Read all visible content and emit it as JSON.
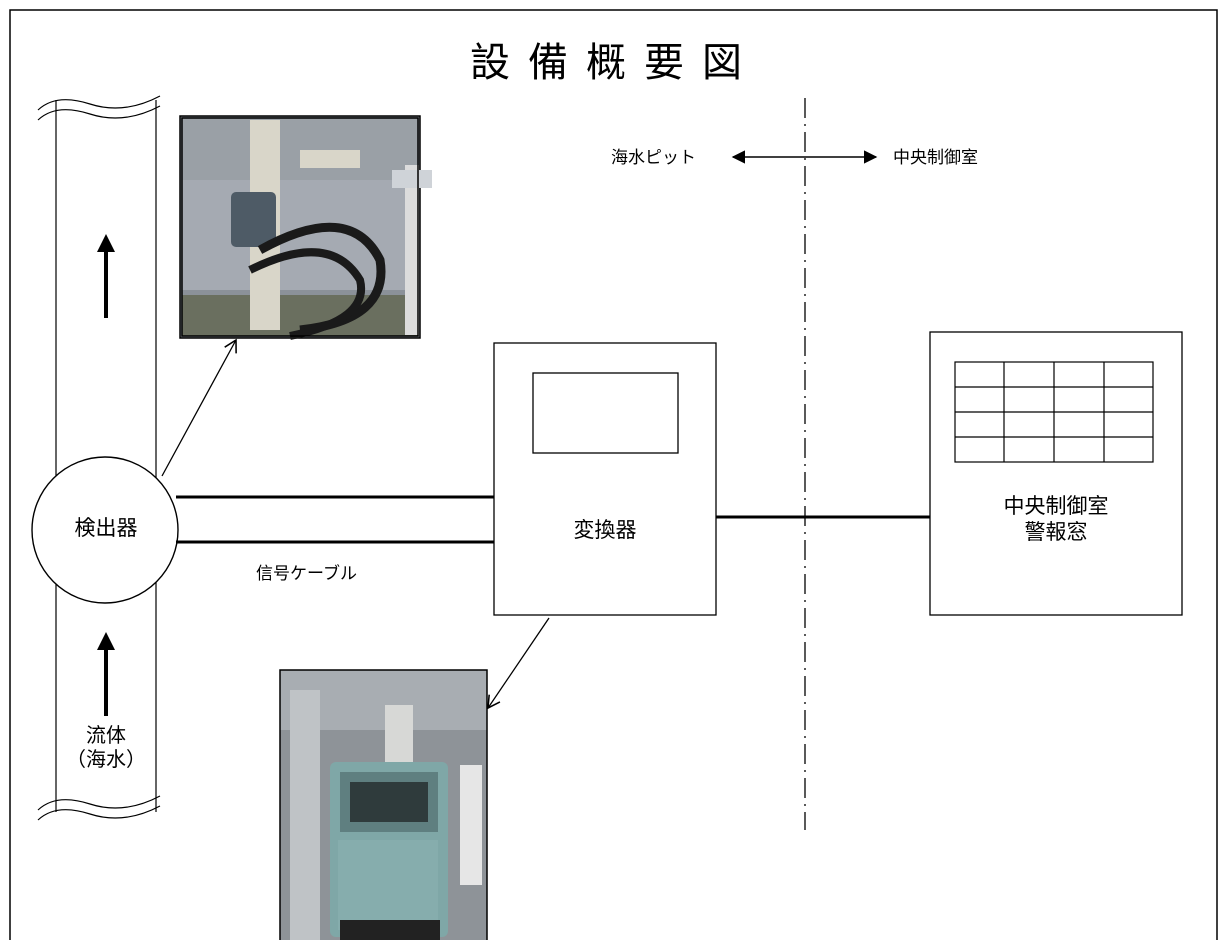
{
  "diagram": {
    "title": "設備概要図",
    "zones": {
      "left": "海水ピット",
      "right": "中央制御室"
    },
    "nodes": {
      "detector": "検出器",
      "converter": "変換器",
      "alarm_panel_line1": "中央制御室",
      "alarm_panel_line2": "警報窓"
    },
    "signal_cable": "信号ケーブル",
    "fluid_line1": "流体",
    "fluid_line2": "（海水）",
    "colors": {
      "line": "#000000",
      "background": "#ffffff",
      "converter_body": "#7fa7a7",
      "photo_wall": "#8f949b"
    },
    "icons": [
      "detector-photo",
      "converter-photo",
      "flow-arrow-up-icon",
      "double-arrow-icon"
    ]
  }
}
